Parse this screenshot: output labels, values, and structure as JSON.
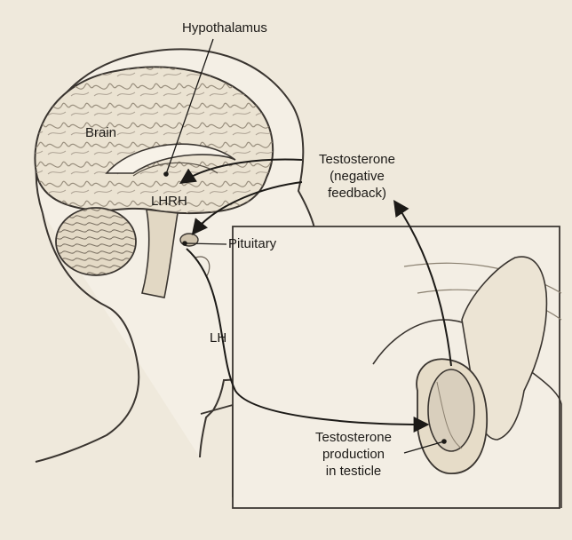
{
  "labels": {
    "hypothalamus": "Hypothalamus",
    "brain": "Brain",
    "lhrh": "LHRH",
    "pituitary": "Pituitary",
    "lh": "LH",
    "testosterone_feedback": "Testosterone\n(negative\nfeedback)",
    "testosterone_production": "Testosterone\nproduction\nin testicle"
  },
  "colors": {
    "background": "#efe9dc",
    "outline": "#3a3530",
    "shade": "#d9cfbd",
    "arrow": "#1c1a17"
  }
}
